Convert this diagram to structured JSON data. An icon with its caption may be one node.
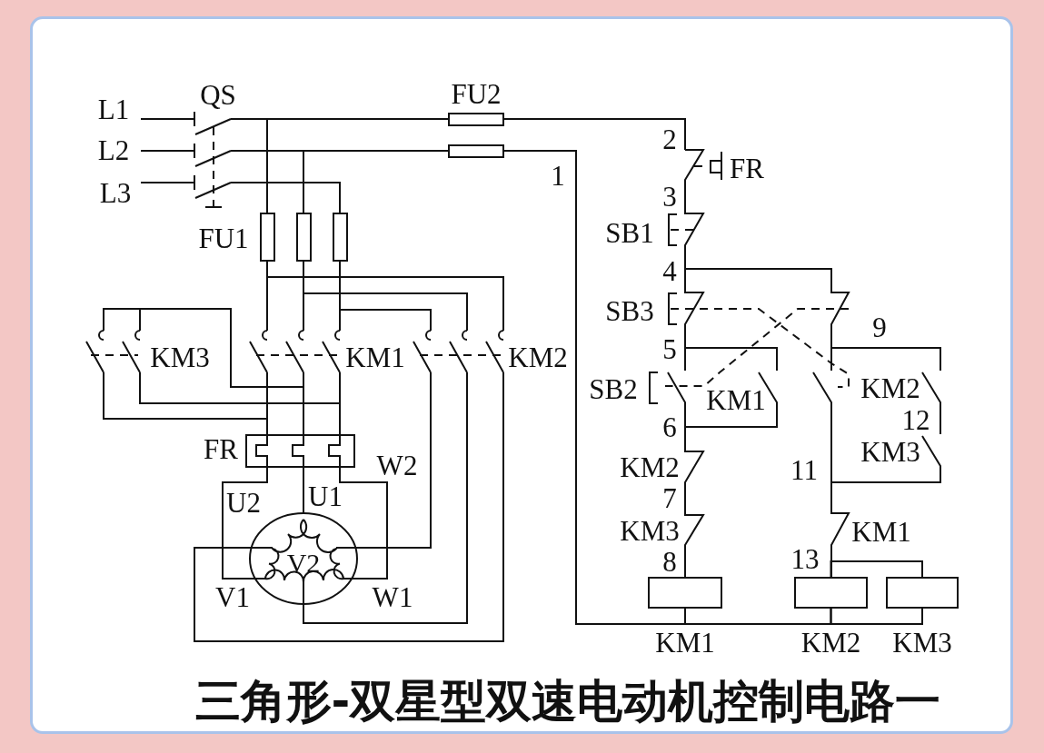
{
  "diagram": {
    "title": "三角形-双星型双速电动机控制电路一",
    "nodes": [
      {
        "text": [
          "V2"
        ]
      },
      {
        "text": [],
        "shape": "box",
        "beside": [
          "KM1"
        ]
      },
      {
        "text": [],
        "shape": "box",
        "beside": [
          "KM2"
        ]
      },
      {
        "text": [],
        "shape": "box",
        "beside": [
          "KM3"
        ]
      }
    ],
    "edges": [
      {
        "from": 1,
        "to": 2,
        "arrow": "none"
      },
      {
        "from": 2,
        "to": 3,
        "arrow": "none"
      },
      {
        "from": 2,
        "to": 3,
        "arrow": "none"
      }
    ],
    "labels": [
      "L1",
      "QS",
      "FU2",
      "L2",
      "1",
      "2",
      "FR",
      "L3",
      "3",
      "FU1",
      "SB1",
      "4",
      "SB3",
      "KM3",
      "KM1",
      "KM2",
      "5",
      "9",
      "SB2",
      "KM1",
      "KM2",
      "6",
      "12",
      "FR",
      "KM3",
      "W2",
      "KM2",
      "11",
      "U2",
      "U1",
      "7",
      "KM3",
      "KM1",
      "8",
      "13",
      "V1",
      "W1"
    ]
  }
}
